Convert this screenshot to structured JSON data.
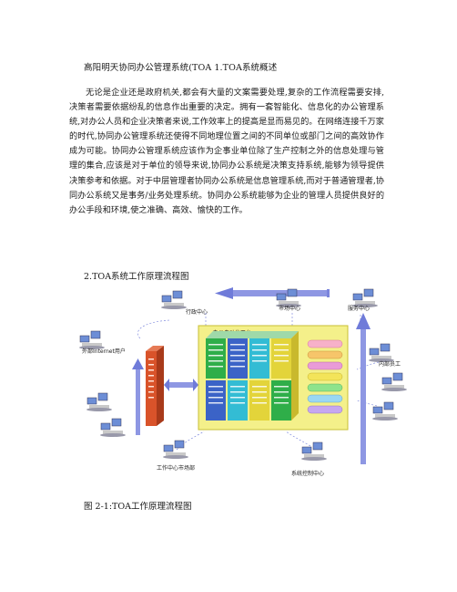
{
  "document": {
    "title": "高阳明天协同办公管理系统(TOA 1.TOA系统概述",
    "paragraph": "无论是企业还是政府机关,都会有大量的文案需要处理,复杂的工作流程需要安排,决策者需要依据纷乱的信息作出重要的决定。拥有一套智能化、信息化的办公管理系统,对办公人员和企业决策者来说,工作效率上的提高是显而易见的。在网络连接千万家的时代,协同办公管理系统还使得不同地理位置之间的不同单位或部门之间的高效协作成为可能。协同办公管理系统应该作为企事业单位除了生产控制之外的信息处理与管理的集合,应该是对于单位的领导来说,协同办公系统是决策支持系统,能够为领导提供决策参考和依据。对于中层管理者协同办公系统是信息管理系统,而对于普通管理者,协同办公系统又是事务/业务处理系统。协同办公系统能够为企业的管理人员提供良好的办公手段和环境,使之准确、高效、愉快的工作。",
    "section_heading": "2.TOA系统工作原理流程图",
    "figure_caption": "图 2-1:TOA工作原理流程图"
  },
  "diagram": {
    "platform_title": "办公自动化平台",
    "labels": {
      "admin_center": "行政中心",
      "market_center": "市场中心",
      "service_center": "服务中心",
      "external_user": "外部Internet用户",
      "internal_staff": "内部员工",
      "work_center_market": "工作中心市场部",
      "system_control": "系统控制中心"
    },
    "colors": {
      "platform_bg": "#f4f08a",
      "firewall": "#d9532a",
      "arrow": "#6f7bd9",
      "cube_green": "#2fae49",
      "cube_blue": "#3b63c7",
      "cube_cyan": "#33bcd4",
      "cube_yellow": "#e3d43a"
    }
  }
}
